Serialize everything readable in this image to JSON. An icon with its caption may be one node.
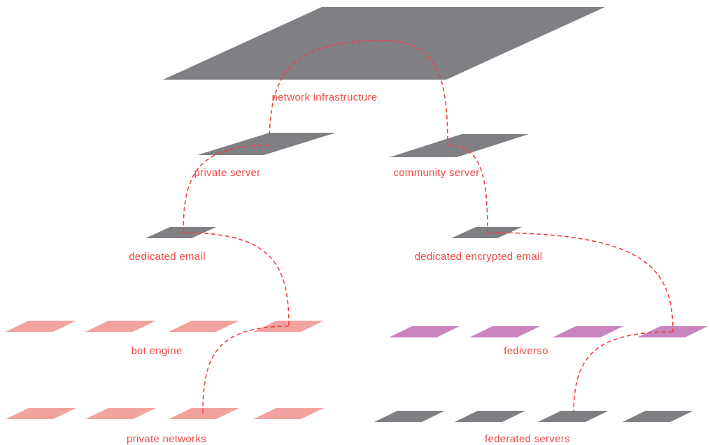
{
  "diagram": {
    "nodes": [
      {
        "text": [
          "network infrastructure"
        ]
      },
      {
        "text": [
          "private server"
        ]
      },
      {
        "text": [
          "community server"
        ]
      },
      {
        "text": [
          "dedicated email"
        ]
      },
      {
        "text": [
          "dedicated encrypted email"
        ]
      },
      {
        "text": [],
        "shape": "parallelogram"
      },
      {
        "text": [],
        "shape": "parallelogram"
      },
      {
        "text": [],
        "shape": "parallelogram"
      },
      {
        "text": [],
        "shape": "parallelogram"
      },
      {
        "text": [],
        "shape": "parallelogram"
      },
      {
        "text": [],
        "shape": "parallelogram"
      },
      {
        "text": [],
        "shape": "parallelogram"
      },
      {
        "text": [],
        "shape": "parallelogram"
      },
      {
        "text": [],
        "shape": "parallelogram"
      },
      {
        "text": [],
        "shape": "parallelogram"
      },
      {
        "text": [],
        "shape": "parallelogram"
      },
      {
        "text": [],
        "shape": "parallelogram"
      },
      {
        "text": [],
        "shape": "parallelogram"
      },
      {
        "text": [],
        "shape": "parallelogram"
      },
      {
        "text": [],
        "shape": "parallelogram"
      },
      {
        "text": [],
        "shape": "parallelogram"
      }
    ],
    "edges": [
      {
        "from": 0,
        "to": 1,
        "arrow": "none",
        "style": "dashed"
      },
      {
        "from": 0,
        "to": 2,
        "arrow": "none",
        "style": "dashed"
      },
      {
        "from": 1,
        "to": 3,
        "arrow": "none",
        "style": "dashed"
      },
      {
        "from": 2,
        "to": 4,
        "arrow": "none",
        "style": "dashed"
      },
      {
        "from": 3,
        "to": 8,
        "arrow": "none",
        "style": "dashed"
      },
      {
        "from": 4,
        "to": 12,
        "arrow": "none",
        "style": "dashed"
      },
      {
        "from": 8,
        "to": 15,
        "arrow": "none",
        "style": "dashed"
      },
      {
        "from": 12,
        "to": 19,
        "arrow": "none",
        "style": "dashed"
      }
    ],
    "labels": [
      "bot engine",
      "fediverso",
      "private networks",
      "federated servers"
    ]
  }
}
